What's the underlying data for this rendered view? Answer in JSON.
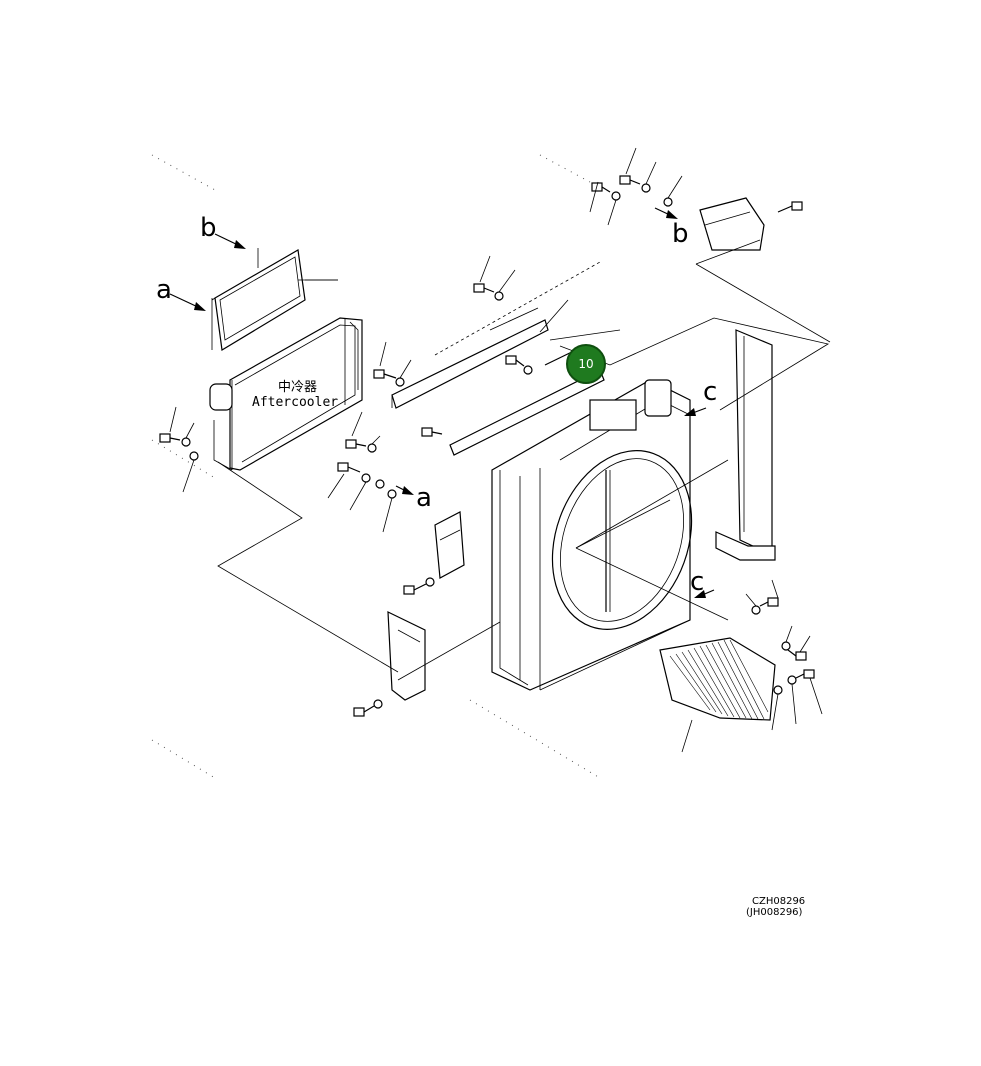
{
  "diagram": {
    "aftercooler_label_cn": "中冷器",
    "aftercooler_label_en": "Aftercooler",
    "ref_letters": {
      "a_left": "a",
      "a_bracket": "a",
      "b_left": "b",
      "b_top": "b",
      "c_upper": "c",
      "c_lower": "c"
    },
    "callout": {
      "number": "10",
      "color": "#1f7a1f"
    },
    "drawing_code": "CZH08296",
    "drawing_code_alt": "(JH008296)"
  }
}
